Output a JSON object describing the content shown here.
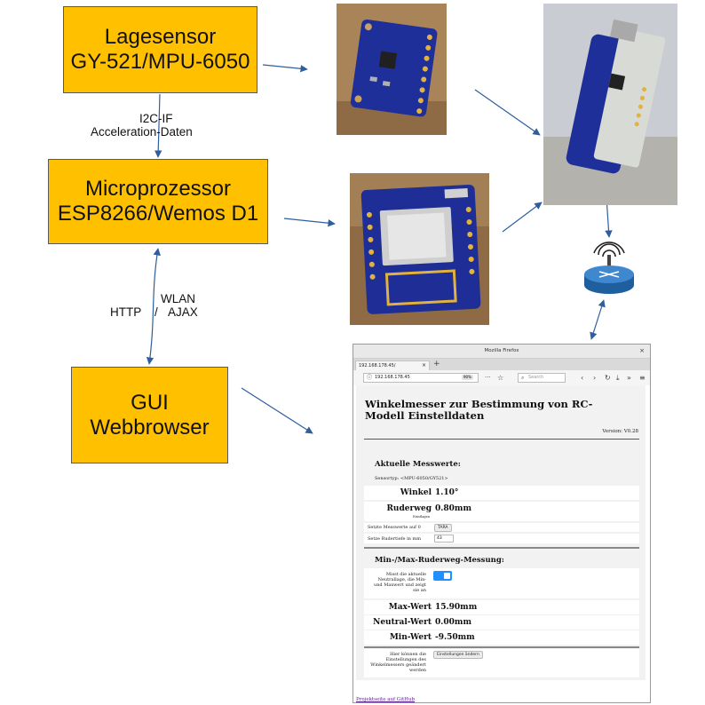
{
  "boxes": {
    "sensor": {
      "line1": "Lagesensor",
      "line2": "GY-521/MPU-6050"
    },
    "cpu": {
      "line1": "Microprozessor",
      "line2": "ESP8266/Wemos D1"
    },
    "gui": {
      "line1": "GUI",
      "line2": "Webbrowser"
    }
  },
  "connection_labels": {
    "i2c_if": "I2C-IF",
    "acceleration": "Acceleration-Daten",
    "http": "HTTP",
    "slash": "/",
    "wlan": "WLAN",
    "ajax": "AJAX"
  },
  "colors": {
    "box_fill": "#ffc000",
    "arrow": "#2e5e9e",
    "pcb_blue": "#1f2f9a",
    "router_blue": "#2a6fb4"
  },
  "icons": {
    "router": "wifi-router-icon",
    "sensor_photo": "mpu6050-board-photo",
    "wemos_photo": "wemos-d1-board-photo",
    "assembly_photo": "assembled-boards-photo"
  },
  "browser": {
    "window_title": "Mozilla Firefox",
    "tab_title": "192.168.178.45/",
    "url": "192.168.178.45",
    "zoom": "90%",
    "search_placeholder": "Search",
    "page": {
      "title": "Winkelmesser zur Bestimmung von RC-Modell Einstelldaten",
      "version": "Version: V0.28",
      "section1": "Aktuelle Messwerte:",
      "sensortyp": "Sensortyp: <MPU-6050/GY521>",
      "winkel_label": "Winkel",
      "winkel_value": "1.10°",
      "ruderweg_label": "Ruderweg",
      "ruderweg_value": "0.80mm",
      "ruderweg_note": "Einstlagen",
      "tara_label": "Setzte Messwerte auf 0",
      "tara_button": "TARA",
      "rudertiefe_label": "Setze Rudertiefe in mm",
      "rudertiefe_value": "43",
      "section2": "Min-/Max-Ruderweg-Messung:",
      "toggle_desc": "Misst die aktuelle Neutrallage, die Min- und Maxwert und zeigt sie an",
      "toggle_on": true,
      "max_label": "Max-Wert",
      "max_value": "15.90mm",
      "neutral_label": "Neutral-Wert",
      "neutral_value": "0.00mm",
      "min_label": "Min-Wert",
      "min_value": "-9.50mm",
      "settings_desc": "Hier können die Einstellungen des Winkelmessers geändert werden",
      "settings_button": "Einstellungen ändern",
      "github_link": "Projektseite auf GitHub"
    }
  }
}
